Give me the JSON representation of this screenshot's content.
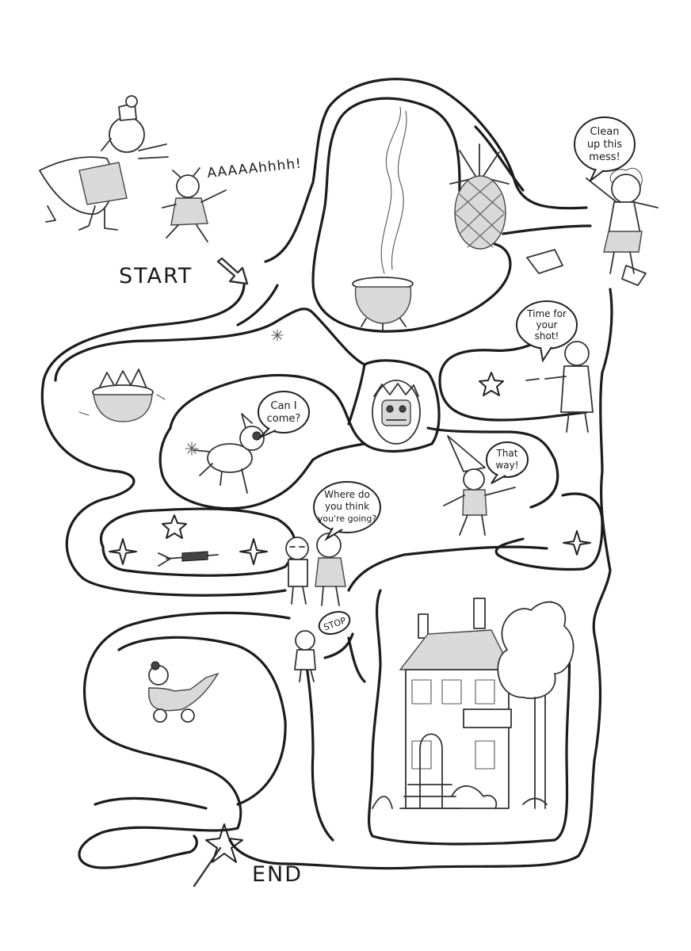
{
  "maze": {
    "start_label": "START",
    "end_label": "END",
    "scream": "AAAAAhhhh!",
    "speech": {
      "clean_up": [
        "Clean",
        "up this",
        "mess!"
      ],
      "shot": [
        "Time for",
        "your",
        "shot!"
      ],
      "can_i_come": [
        "Can I",
        "come?"
      ],
      "that_way": [
        "That",
        "way!"
      ],
      "where": [
        "Where do",
        "you think",
        "you're going?"
      ],
      "stop": "STOP"
    }
  }
}
